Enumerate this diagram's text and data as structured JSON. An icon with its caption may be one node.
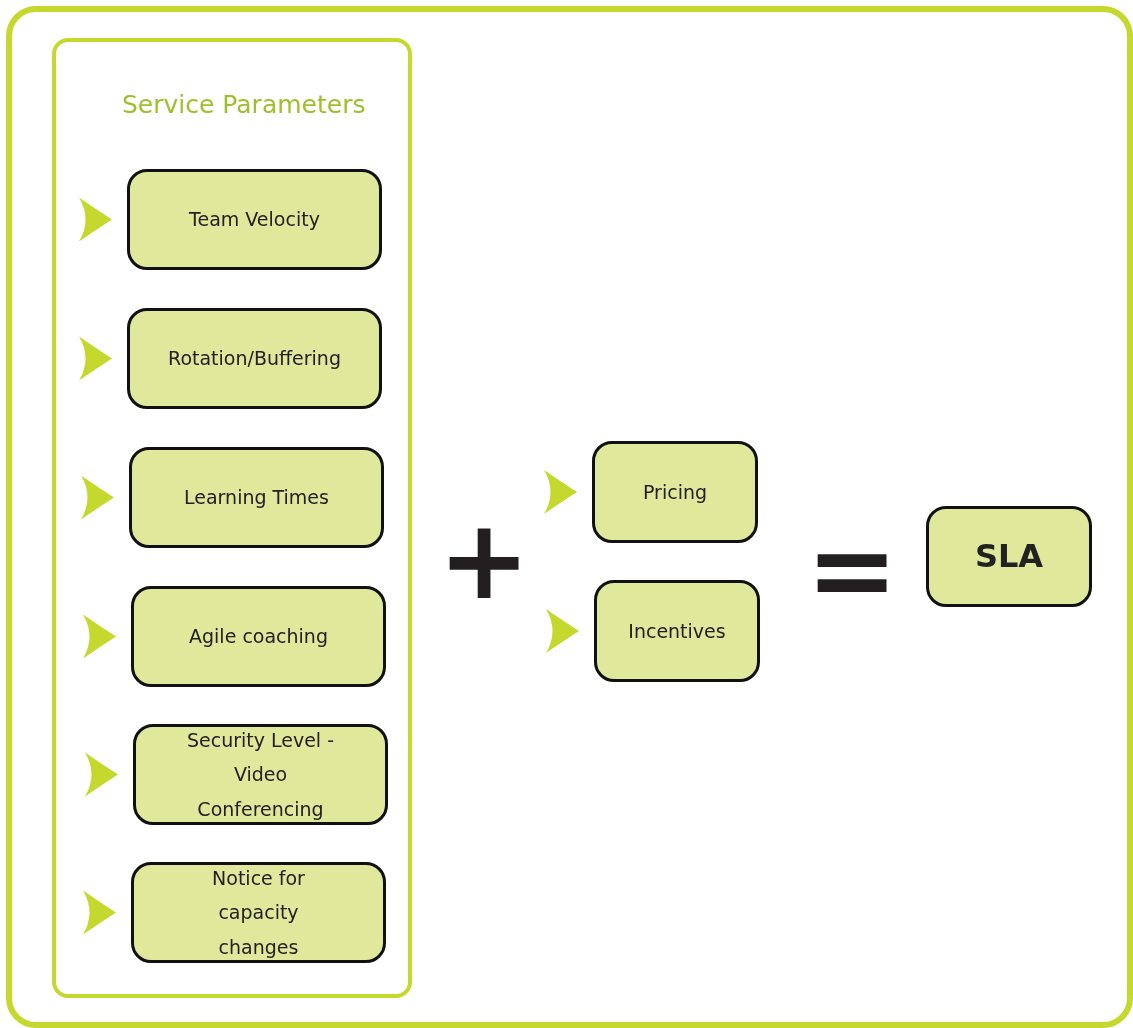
{
  "diagram": {
    "nodes": [
      {
        "text": [
          "Service Parameters"
        ]
      },
      {
        "text": [
          "Team Velocity"
        ],
        "in": 0
      },
      {
        "text": [
          "Rotation/Buffering"
        ],
        "in": 0
      },
      {
        "text": [
          "Learning Times"
        ],
        "in": 0
      },
      {
        "text": [
          "Agile coaching"
        ],
        "in": 0
      },
      {
        "text": [
          "Security Level - Video Conferencing"
        ],
        "in": 0
      },
      {
        "text": [
          "Notice for capacity changes"
        ],
        "in": 0
      },
      {
        "text": [
          "Pricing"
        ]
      },
      {
        "text": [
          "Incentives"
        ]
      },
      {
        "text": [
          "SLA"
        ]
      }
    ],
    "edges": [
      {
        "from": null,
        "to": 1,
        "arrow": "to"
      },
      {
        "from": null,
        "to": 2,
        "arrow": "to"
      },
      {
        "from": null,
        "to": 3,
        "arrow": "to"
      },
      {
        "from": null,
        "to": 4,
        "arrow": "to"
      },
      {
        "from": null,
        "to": 5,
        "arrow": "to"
      },
      {
        "from": null,
        "to": 6,
        "arrow": "to"
      },
      {
        "from": null,
        "to": 7,
        "arrow": "to"
      },
      {
        "from": null,
        "to": 8,
        "arrow": "to"
      }
    ],
    "labels": [
      "+",
      "="
    ]
  }
}
